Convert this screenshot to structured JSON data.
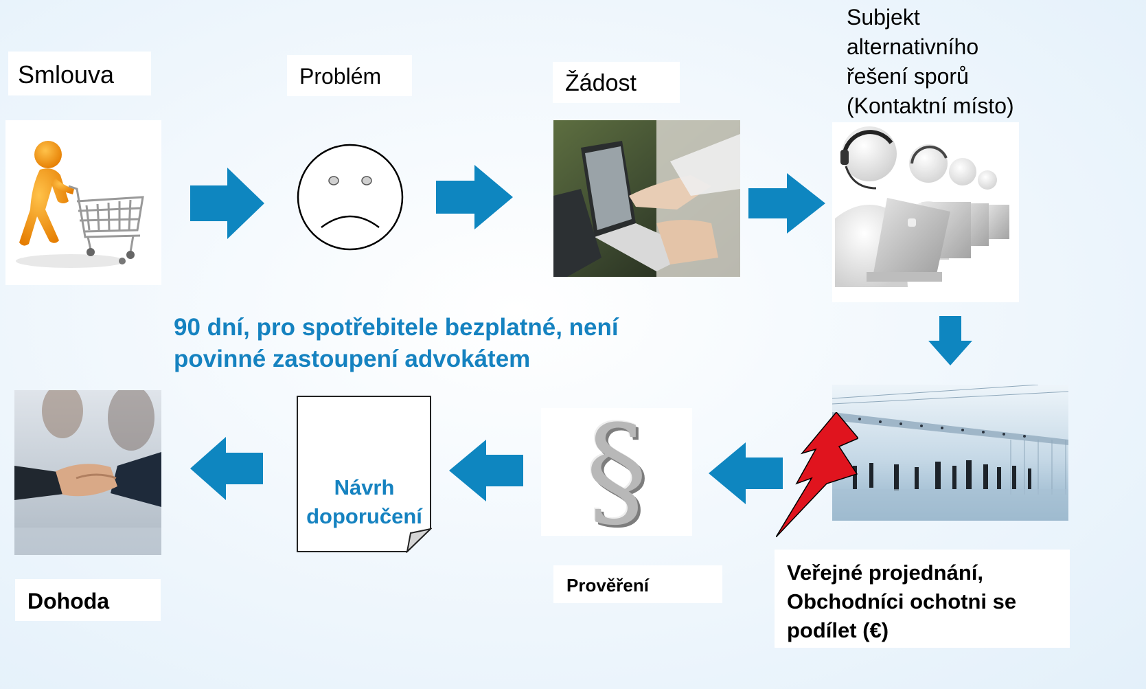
{
  "top": {
    "smlouva": "Smlouva",
    "problem": "Problém",
    "zadost": "Žádost",
    "subjekt_lines": [
      "Subjekt",
      "alternativního",
      "řešení sporů",
      "(Kontaktní místo)"
    ]
  },
  "middle": {
    "note_line1": "90 dní, pro spotřebitele bezplatné, není",
    "note_line2": "povinné zastoupení advokátem"
  },
  "bottom": {
    "dohoda": "Dohoda",
    "navrh_line1": "Návrh",
    "navrh_line2": "doporučení",
    "provereni": "Prověření",
    "verejne_lines": [
      "Veřejné projednání,",
      "Obchodníci ochotni se",
      "podílet (€)"
    ]
  },
  "colors": {
    "arrow": "#0e86c0",
    "note_text": "#1582c0",
    "lightning": "#e0141e"
  },
  "icons": {
    "paragraph_symbol": "§"
  }
}
